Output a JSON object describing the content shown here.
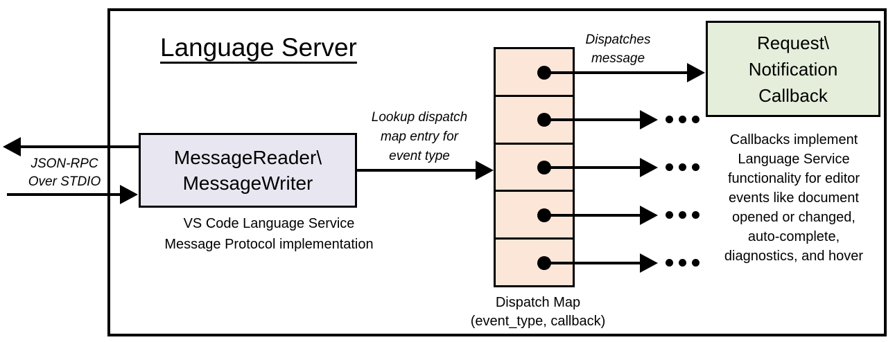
{
  "colors": {
    "line_color": "#000000",
    "reader_fill": "#e8e7f1",
    "map_fill": "#fbe6d8",
    "callback_fill": "#e4eedb",
    "bg": "#ffffff"
  },
  "diagram": {
    "title": "Language Server",
    "stdio_label": {
      "line1": "JSON-RPC",
      "line2": "Over STDIO"
    },
    "reader_box": {
      "line1": "MessageReader\\",
      "line2": "MessageWriter"
    },
    "reader_caption": {
      "line1": "VS Code Language Service",
      "line2": "Message Protocol implementation"
    },
    "lookup_label": {
      "line1": "Lookup dispatch",
      "line2": "map entry for",
      "line3": "event type"
    },
    "dispatches_label": {
      "line1": "Dispatches",
      "line2": "message"
    },
    "callback_box": {
      "line1": "Request\\",
      "line2": "Notification",
      "line3": "Callback"
    },
    "map_caption": {
      "line1": "Dispatch Map",
      "line2": "(event_type, callback)"
    },
    "callbacks_note": {
      "lines": [
        "Callbacks implement",
        "Language Service",
        "functionality for editor",
        "events like document",
        "opened or changed,",
        "auto-complete,",
        "diagnostics, and hover"
      ]
    }
  }
}
